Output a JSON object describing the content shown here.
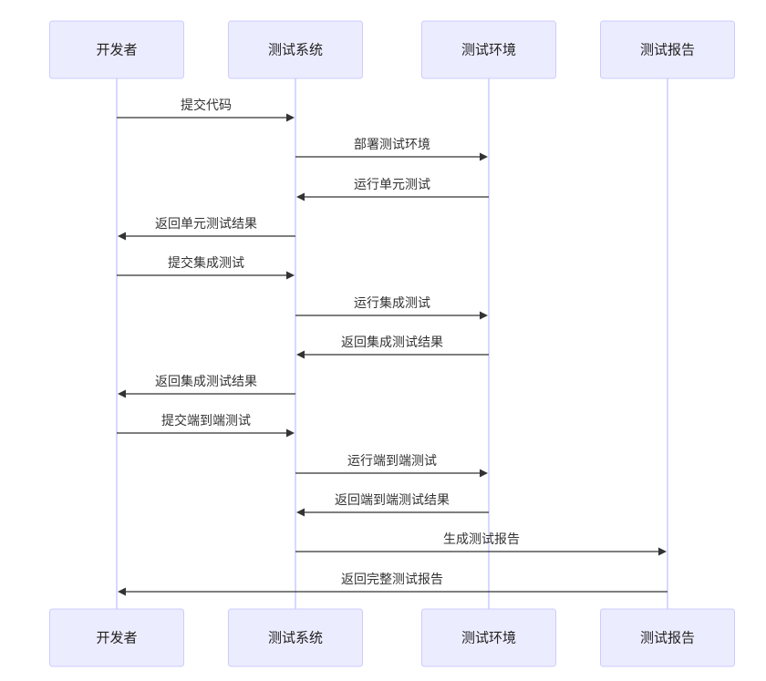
{
  "participants": [
    {
      "id": "dev",
      "label": "开发者"
    },
    {
      "id": "sys",
      "label": "测试系统"
    },
    {
      "id": "env",
      "label": "测试环境"
    },
    {
      "id": "rep",
      "label": "测试报告"
    }
  ],
  "messages": [
    {
      "from": "dev",
      "to": "sys",
      "label": "提交代码"
    },
    {
      "from": "sys",
      "to": "env",
      "label": "部署测试环境"
    },
    {
      "from": "env",
      "to": "sys",
      "label": "运行单元测试"
    },
    {
      "from": "sys",
      "to": "dev",
      "label": "返回单元测试结果"
    },
    {
      "from": "dev",
      "to": "sys",
      "label": "提交集成测试"
    },
    {
      "from": "sys",
      "to": "env",
      "label": "运行集成测试"
    },
    {
      "from": "env",
      "to": "sys",
      "label": "返回集成测试结果"
    },
    {
      "from": "sys",
      "to": "dev",
      "label": "返回集成测试结果"
    },
    {
      "from": "dev",
      "to": "sys",
      "label": "提交端到端测试"
    },
    {
      "from": "sys",
      "to": "env",
      "label": "运行端到端测试"
    },
    {
      "from": "env",
      "to": "sys",
      "label": "返回端到端测试结果"
    },
    {
      "from": "sys",
      "to": "rep",
      "label": "生成测试报告"
    },
    {
      "from": "rep",
      "to": "dev",
      "label": "返回完整测试报告"
    }
  ],
  "colors": {
    "actor_fill": "#ECECFF",
    "actor_stroke": "#CCCCFF",
    "lifeline": "#CCCCFF",
    "arrow": "#333333",
    "text": "#222222"
  }
}
